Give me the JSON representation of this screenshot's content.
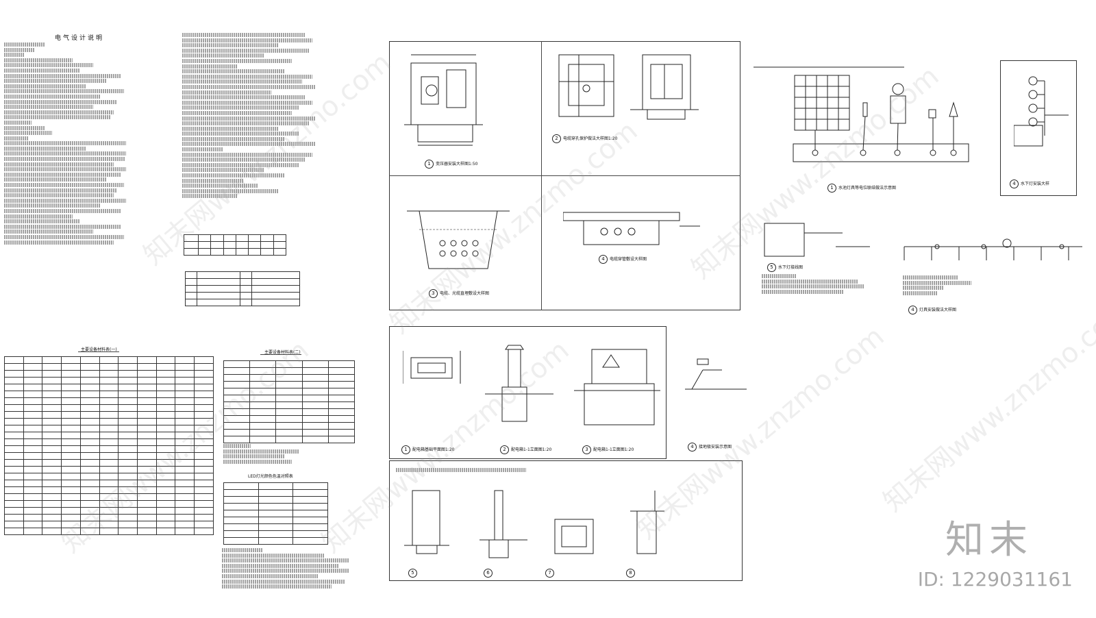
{
  "doc": {
    "title": "电气设计说明"
  },
  "table1": {
    "title": "主要设备材料表(一)"
  },
  "table2": {
    "title": "主要设备材料表(二)"
  },
  "table3": {
    "title": "LED灯光颜色色温对照表"
  },
  "details": {
    "d1": "变压器安装大样图1:50",
    "d2": "电缆穿孔保护做法大样图1:20",
    "d3": "电缆、光缆直埋敷设大样图",
    "d4": "电缆穿管敷设大样图",
    "d5": "水池灯具等电位联结做法示意图",
    "d6": "水下灯安装大样",
    "d7": "水下灯接线图",
    "d8": "灯具安装做法大样图",
    "p1": "配电箱基础平面图1:20",
    "p2": "配电箱1-1立面图1:20",
    "p3": "配电箱1-1立面图1:20",
    "p4": "接地极安装示意图"
  },
  "branding": {
    "logo": "知末",
    "id": "ID: 1229031161",
    "watermark": "知末网www.znzmo.com"
  }
}
